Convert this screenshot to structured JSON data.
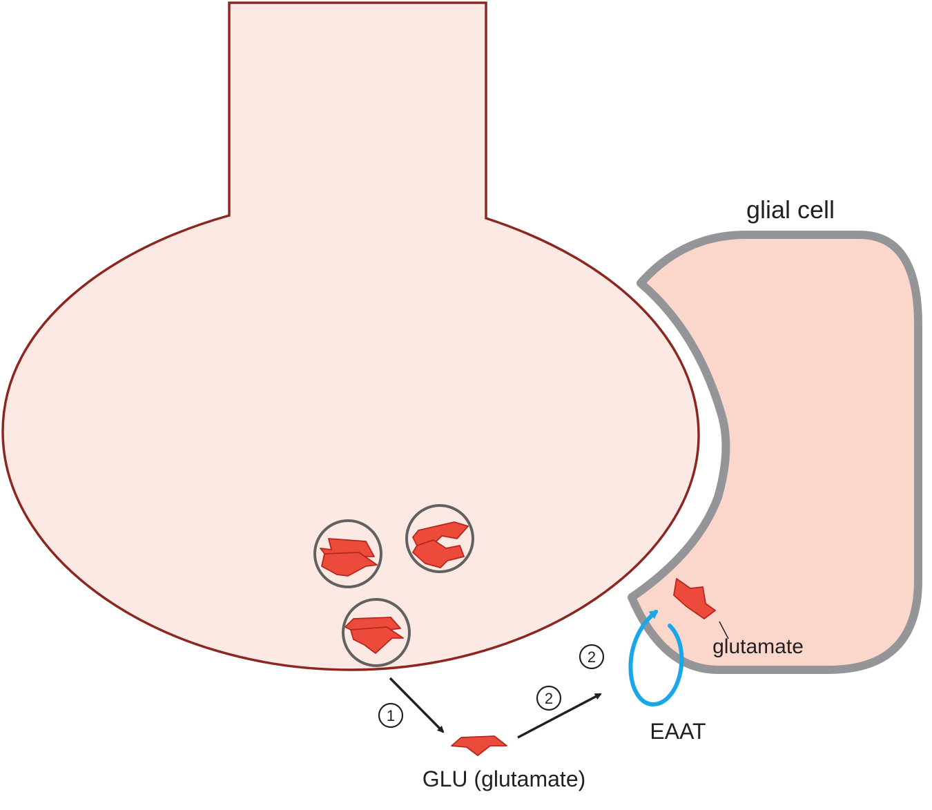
{
  "labels": {
    "glial_cell": "glial cell",
    "glutamate_in_glia": "glutamate",
    "eaat": "EAAT",
    "glu_glutamate": "GLU (glutamate)"
  },
  "steps": {
    "step1": "1",
    "step2_a": "2",
    "step2_b": "2"
  },
  "colors": {
    "neuron_fill": "#fde9e4",
    "neuron_outline": "#8b2720",
    "glia_fill": "#fbd6ca",
    "glia_outline": "#939598",
    "glutamate_fill": "#ec4b3c",
    "glutamate_outline": "#b7261b",
    "vesicle_outline": "#616161",
    "transporter": "#1aa7e8",
    "arrow": "#231f20"
  },
  "icons": {
    "glutamate": "glutamate-molecule-icon",
    "vesicle": "vesicle-icon",
    "transporter": "eaat-transporter-icon"
  }
}
